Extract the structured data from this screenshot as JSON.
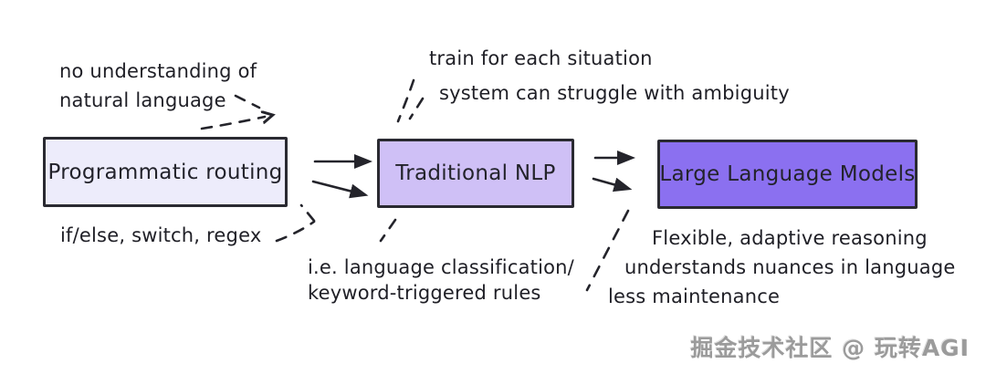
{
  "diagram": {
    "title_hint": "evolution of routing approaches",
    "nodes": [
      {
        "id": "programmatic-routing",
        "label": "Programmatic routing",
        "fill": "#EDECFB"
      },
      {
        "id": "traditional-nlp",
        "label": "Traditional NLP",
        "fill": "#CFC0F6"
      },
      {
        "id": "large-language-models",
        "label": "Large Language Models",
        "fill": "#8B70F0"
      }
    ],
    "annotations": {
      "programmatic_top": [
        "no understanding of",
        "natural language"
      ],
      "programmatic_bottom": "if/else, switch, regex",
      "nlp_top_1": "train for each situation",
      "nlp_top_2": "system can struggle with ambiguity",
      "nlp_bottom": [
        "i.e. language classification/",
        "keyword-triggered rules"
      ],
      "llm_right": [
        "Flexible, adaptive reasoning",
        "understands nuances in language",
        "less maintenance"
      ]
    },
    "connectors": [
      {
        "from": "programmatic-routing",
        "to": "traditional-nlp",
        "style": "double-solid-arrow"
      },
      {
        "from": "traditional-nlp",
        "to": "large-language-models",
        "style": "double-solid-arrow"
      },
      {
        "from": "annotation-programmatic-top",
        "to": "programmatic-routing",
        "style": "dashed-arrow"
      },
      {
        "from": "annotation-programmatic-bottom",
        "to": "programmatic-routing",
        "style": "dashed-arrow"
      },
      {
        "from": "annotation-nlp-top",
        "to": "traditional-nlp",
        "style": "dashed-line"
      },
      {
        "from": "traditional-nlp",
        "to": "annotation-nlp-bottom",
        "style": "dashed-line"
      },
      {
        "from": "annotation-llm-right",
        "to": "large-language-models",
        "style": "dashed-line"
      }
    ]
  },
  "watermark": "掘金技术社区 @ 玩转AGI",
  "colors": {
    "background": "#ffffff",
    "ink": "#24242b",
    "node_border": "#2a2a31",
    "node1_fill": "#EDECFB",
    "node2_fill": "#CFC0F6",
    "node3_fill": "#8B70F0",
    "watermark": "#9b9b9b"
  }
}
